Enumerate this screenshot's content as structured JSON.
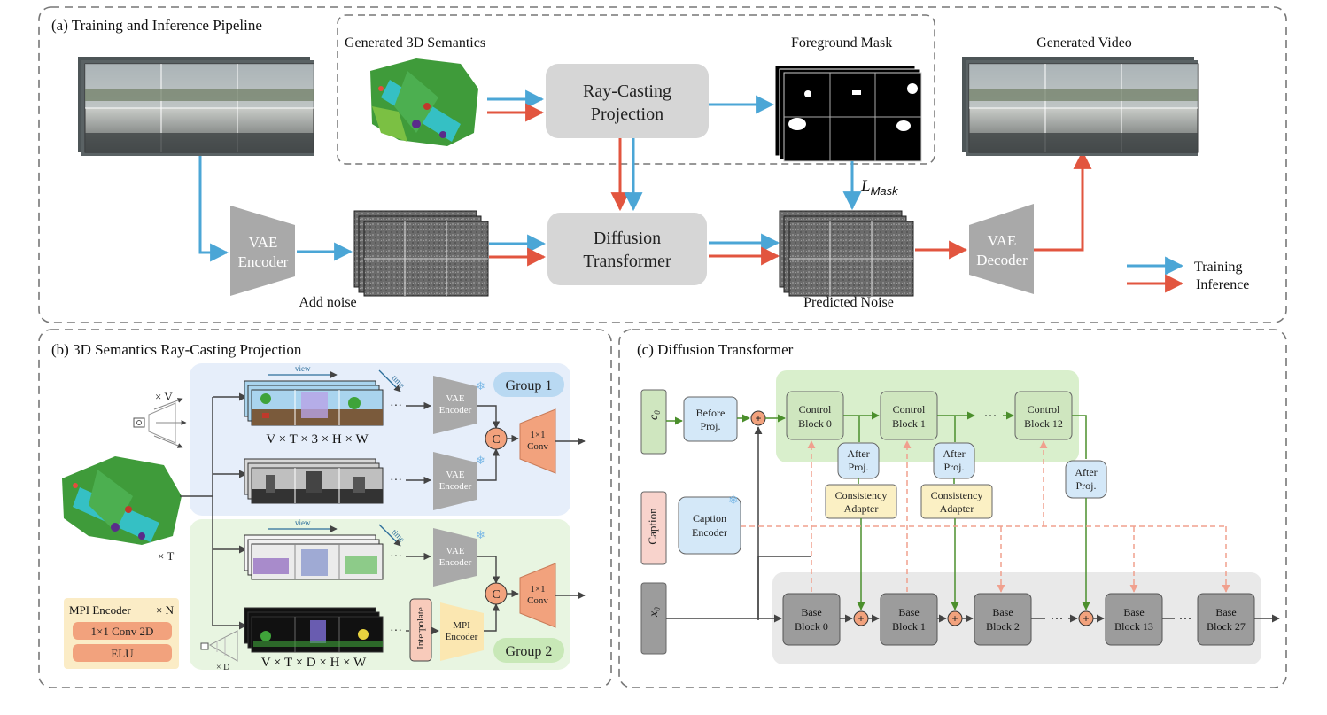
{
  "panel_a": {
    "title": "(a) Training and Inference Pipeline",
    "generated_semantics": "Generated 3D Semantics",
    "foreground_mask": "Foreground Mask",
    "generated_video": "Generated Video",
    "raycast_line1": "Ray-Casting",
    "raycast_line2": "Projection",
    "diffusion_line1": "Diffusion",
    "diffusion_line2": "Transformer",
    "vae_enc_line1": "VAE",
    "vae_enc_line2": "Encoder",
    "vae_dec_line1": "VAE",
    "vae_dec_line2": "Decoder",
    "add_noise": "Add noise",
    "predicted_noise": "Predicted Noise",
    "loss_main": "L",
    "loss_sub": "Mask",
    "legend_training": "Training",
    "legend_inference": "Inference"
  },
  "panel_b": {
    "title": "(b) 3D Semantics Ray-Casting Projection",
    "view": "view",
    "time": "time",
    "times_v": "× V",
    "times_t": "× T",
    "times_d": "× D",
    "dims_top": "V × T × 3 × H × W",
    "dims_bottom": "V × T × D × H × W",
    "ellipsis": "···",
    "vae": "VAE",
    "encoder": "Encoder",
    "concat": "C",
    "conv_line1": "1×1",
    "conv_line2": "Conv",
    "group1": "Group 1",
    "group2": "Group 2",
    "interpolate": "Interpolate",
    "mpi_line1": "MPI",
    "mpi_line2": "Encoder",
    "mpi_title": "MPI Encoder",
    "mpi_times_n": "× N",
    "mpi_conv": "1×1 Conv 2D",
    "mpi_elu": "ELU"
  },
  "panel_c": {
    "title": "(c) Diffusion Transformer",
    "c0": "c",
    "c0_sub": "0",
    "x0": "x",
    "x0_sub": "0",
    "caption": "Caption",
    "before_proj_1": "Before",
    "before_proj_2": "Proj.",
    "after_proj_1": "After",
    "after_proj_2": "Proj.",
    "caption_enc_1": "Caption",
    "caption_enc_2": "Encoder",
    "consistency_1": "Consistency",
    "consistency_2": "Adapter",
    "control_word": "Control",
    "control_blocks": [
      "Block 0",
      "Block 1",
      "Block 12"
    ],
    "base_word": "Base",
    "base_blocks": [
      "Block 0",
      "Block 1",
      "Block 2",
      "Block 13",
      "Block 27"
    ],
    "ellipsis": "···",
    "plus": "+"
  },
  "colors": {
    "training": "#4ba6d6",
    "inference": "#e2553f",
    "gray_box": "#d6d6d6",
    "trapezoid": "#a9a9a9",
    "group1_bg": "#e6eefa",
    "group2_bg": "#e8f5e1",
    "control_bg": "#d9efcc",
    "control_block": "#cfe6bf",
    "base_bg": "#e9e9e9",
    "base_block": "#9c9c9c",
    "light_blue": "#d4e8f8",
    "yellow": "#fbf0c4",
    "pink": "#f8d3cc",
    "green_line": "#4b8f2c",
    "orange": "#f2a27d"
  }
}
